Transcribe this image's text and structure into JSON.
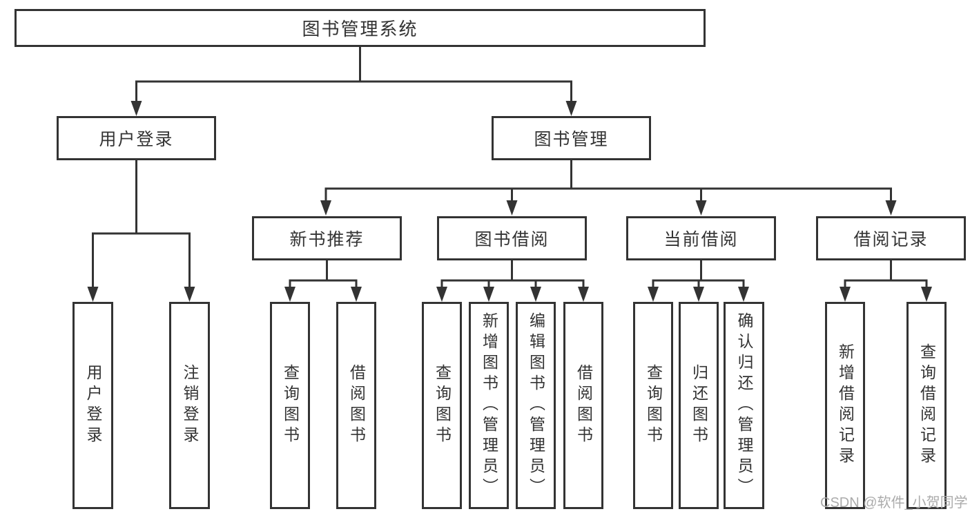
{
  "nodes": {
    "root": "图书管理系统",
    "user_login": "用户登录",
    "book_mgmt": "图书管理",
    "login": "用户登录",
    "logout": "注销登录",
    "new_book_rec": "新书推荐",
    "book_borrow": "图书借阅",
    "current_borrow": "当前借阅",
    "borrow_record": "借阅记录",
    "nb_query_book": "查询图书",
    "nb_borrow_book": "借阅图书",
    "bb_query_book": "查询图书",
    "bb_add_book": "新增图书（管理员）",
    "bb_edit_book": "编辑图书（管理员）",
    "bb_borrow_book": "借阅图书",
    "cb_query_book": "查询图书",
    "cb_return_book": "归还图书",
    "cb_confirm_return": "确认归还（管理员）",
    "br_add_record": "新增借阅记录",
    "br_query_record": "查询借阅记录"
  },
  "watermark": "CSDN @软件_小贺同学",
  "colors": {
    "line": "#333333",
    "box_border": "#333333",
    "text": "#333333",
    "watermark": "#ababab",
    "background": "#ffffff"
  }
}
